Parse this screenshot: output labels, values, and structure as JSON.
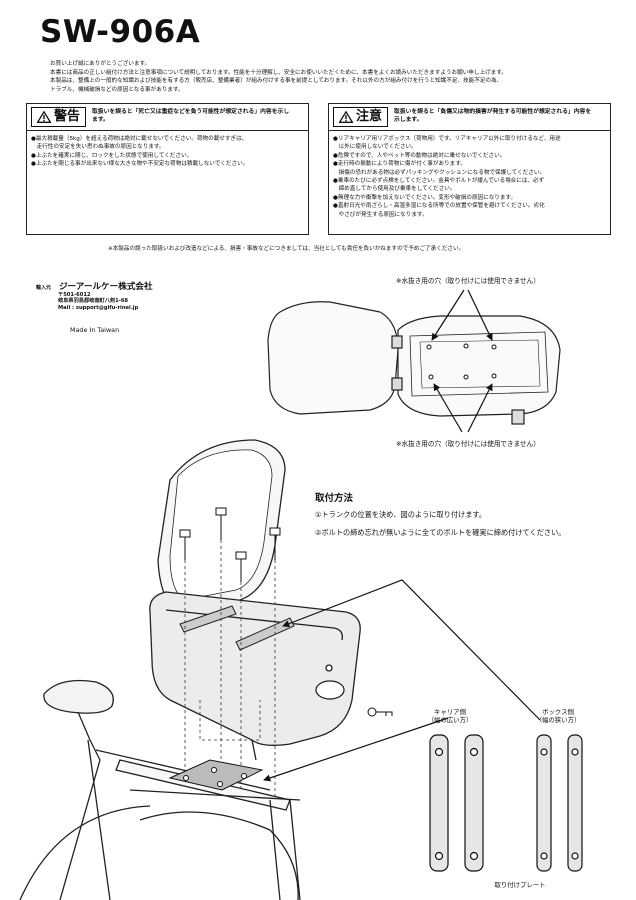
{
  "header": {
    "model": "SW-906A"
  },
  "intro": [
    "お買い上げ誠にありがとうございます。",
    "本書には商品の正しい組付け方法と注意事項について説明しております。性能を十分理解し、安全にお使いいただくために、本書をよくお読みいただきますようお願い申し上げます。",
    "本製品は、整備上の一般的な知識および技能を有する方（販売店、整備業者）が組み付けする事を前提としております。それ以外の方が組み付けを行うと知識不足、技能不足の為、",
    "トラブル、機械破損などの原因となる事があります。"
  ],
  "warning": {
    "badge": "警告",
    "desc": "取扱いを誤ると「死亡又は重症などを負う可能性が想定される」内容を示します。",
    "items": [
      "●最大積載量（5kg）を超える荷物は絶対に載せないでください。荷物の載せすぎは、",
      "　走行性の安定を失い思わぬ事故の原因となります。",
      "●上ぶたを確実に閉じ、ロックをした状態で使用してください。",
      "●上ぶたを閉じる事が出来ない様な大きな物や不安定な荷物は積載しないでください。"
    ]
  },
  "caution": {
    "badge": "注意",
    "desc": "取扱いを誤ると「負傷又は物的損害が発生する可能性が想定される」内容を示します。",
    "items": [
      "●リアキャリア用リアボックス（荷物用）です。リアキャリア以外に取り付けるなど、用途",
      "　以外に使用しないでください。",
      "●危険ですので、人やペット等の動物は絶対に乗せないでください。",
      "●走行時の振動により荷物に傷が付く事があります。",
      "　損傷の恐れがある物は必ずパッキングやクッションになる物で保護してください。",
      "●乗車のたびに必ず点検をしてください。金具やボルトが緩んでいる場合には、必ず",
      "　締め直してから使用及び乗車をしてください。",
      "●無理な力や衝撃を加えないでください。変形や破損の原因になります。",
      "●直射日光や雨ざらし・高湿多湿になる所等での放置や保管を避けてください。劣化",
      "　やさびが発生する原因になります。"
    ]
  },
  "disclaimer": "※本製品の誤った取扱いおよび改造などによる、損害・事故などにつきましては、当社としても責任を負いかねますので予めご了承ください。",
  "importer": {
    "label": "輸入元",
    "company": "ジーアールケー株式会社",
    "address": [
      "〒501-6012",
      "岐阜県羽島郡岐南町八剣1-68",
      "Mail : support@gifu-rinei.jp"
    ]
  },
  "made_in": "Made In Taiwan",
  "drain_note": "※水抜き用の穴（取り付けには使用できません）",
  "method": {
    "title": "取付方法",
    "steps": [
      "①トランクの位置を決め、図のように取り付けます。",
      "②ボルトの締め忘れが無いように全てのボルトを確実に締め付けてください。"
    ]
  },
  "plates": {
    "carrier_label": "キャリア側",
    "carrier_sub": "（幅の広い方）",
    "box_label": "ボックス側",
    "box_sub": "（幅の狭い方）",
    "caption": "取り付けプレート"
  }
}
